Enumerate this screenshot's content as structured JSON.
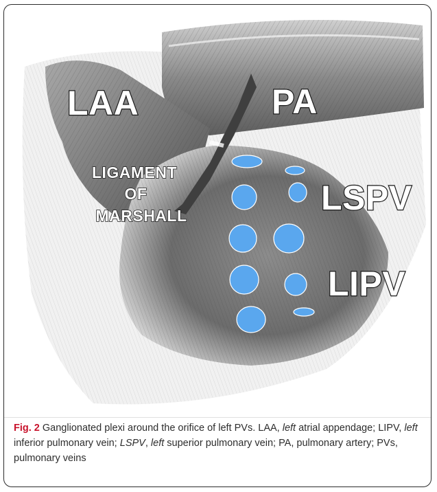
{
  "figure": {
    "labels": {
      "laa": "LAA",
      "pa": "PA",
      "ligament_line1": "LIGAMENT",
      "ligament_line2": "OF",
      "ligament_line3": "MARSHALL",
      "lspv": "LSPV",
      "lipv": "LIPV"
    },
    "marker_color": "#5aa7ee",
    "ganglionated_plexi_count": 10
  },
  "caption": {
    "fig_label": "Fig. 2",
    "part1": " Ganglionated plexi around the orifice of left PVs. LAA, ",
    "left1": "left",
    "part2": " atrial appendage; LIPV, ",
    "left2": "left",
    "part3": " inferior pulmonary vein; ",
    "lspv_abbr": "LSPV",
    "part4": ", ",
    "left3": "left",
    "part5": " superior pulmonary vein; PA, pulmonary artery; PVs, pulmonary veins"
  }
}
